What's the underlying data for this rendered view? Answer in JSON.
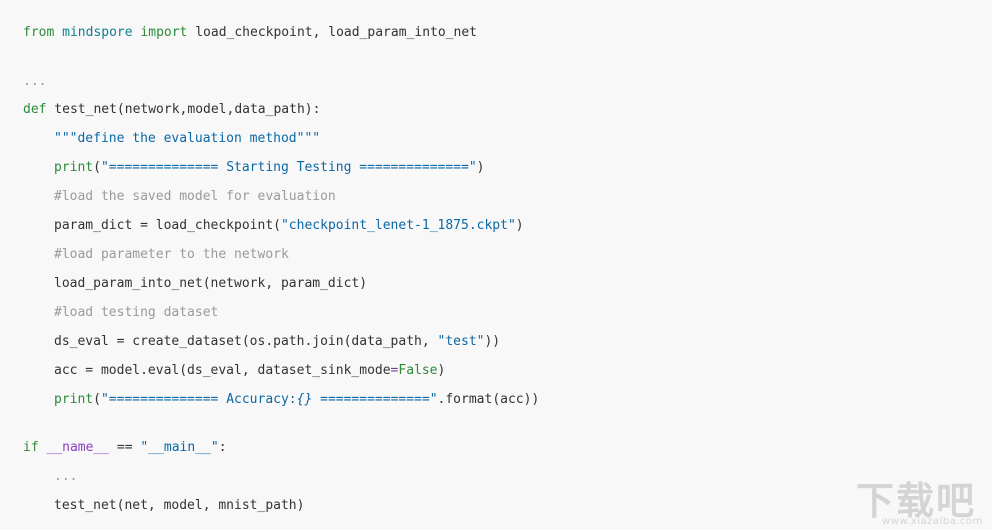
{
  "code": {
    "l1": {
      "from": "from",
      "mod": "mindspore",
      "imp": "import",
      "rest": " load_checkpoint, load_param_into_net"
    },
    "l2": {
      "ell": "..."
    },
    "l3": {
      "def": "def",
      "rest": " test_net(network,model,data_path):"
    },
    "l4": {
      "doc": "\"\"\"define the evaluation method\"\"\""
    },
    "l5": {
      "print": "print",
      "p1": "(",
      "s": "\"============== Starting Testing ==============\"",
      "p2": ")"
    },
    "l6": {
      "comment": "#load the saved model for evaluation"
    },
    "l7": {
      "a": "param_dict = load_checkpoint(",
      "s": "\"checkpoint_lenet-1_1875.ckpt\"",
      "b": ")"
    },
    "l8": {
      "comment": "#load parameter to the network"
    },
    "l9": {
      "text": "load_param_into_net(network, param_dict)"
    },
    "l10": {
      "comment": "#load testing dataset"
    },
    "l11": {
      "a": "ds_eval = create_dataset(os.path.join(data_path, ",
      "s": "\"test\"",
      "b": "))"
    },
    "l12": {
      "a": "acc = model.eval(ds_eval, dataset_sink_mode",
      "eq": "=",
      "kw": "False",
      "b": ")"
    },
    "l13": {
      "print": "print",
      "p1": "(",
      "s1": "\"============== Accuracy:",
      "f": "{}",
      "s2": " ==============\"",
      "b": ".format(acc))"
    },
    "l14": {
      "if": "if",
      "sp": " ",
      "name": "__name__",
      "eq": " == ",
      "s": "\"__main__\"",
      "b": ":"
    },
    "l15": {
      "ell": "..."
    },
    "l16": {
      "text": "test_net(net, model, mnist_path)"
    }
  },
  "watermark": {
    "big": "下载吧",
    "small": "www.xiazaiba.com"
  }
}
